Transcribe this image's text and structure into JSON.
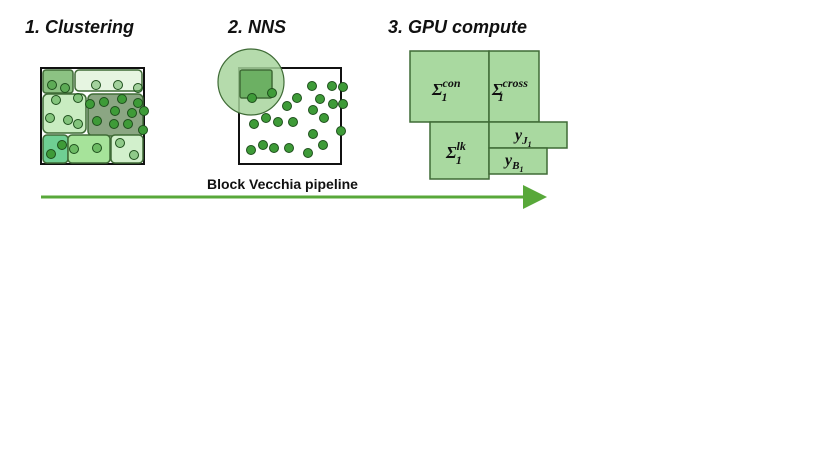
{
  "steps": [
    {
      "title": "1. Clustering"
    },
    {
      "title": "2. NNS"
    },
    {
      "title": "3. GPU compute"
    }
  ],
  "gpu_blocks": {
    "sigma_con": {
      "base": "Σ",
      "sub": "1",
      "sup": "con"
    },
    "sigma_cross": {
      "base": "Σ",
      "sub": "1",
      "sup": "cross"
    },
    "sigma_lk": {
      "base": "Σ",
      "sub": "1",
      "sup": "lk"
    },
    "y_j": {
      "base": "y",
      "sub": "J",
      "subsub": "1"
    },
    "y_b": {
      "base": "y",
      "sub": "B",
      "subsub": "1"
    }
  },
  "pipeline": {
    "label": "Block Vecchia pipeline"
  },
  "colors": {
    "block_fill": "#a9d9a0",
    "block_stroke": "#3f6b36",
    "point_fill": "#3e9b38",
    "point_stroke": "#1e4f1c",
    "arrow": "#58a83a",
    "neighbor_circle": "#a8d59e"
  }
}
